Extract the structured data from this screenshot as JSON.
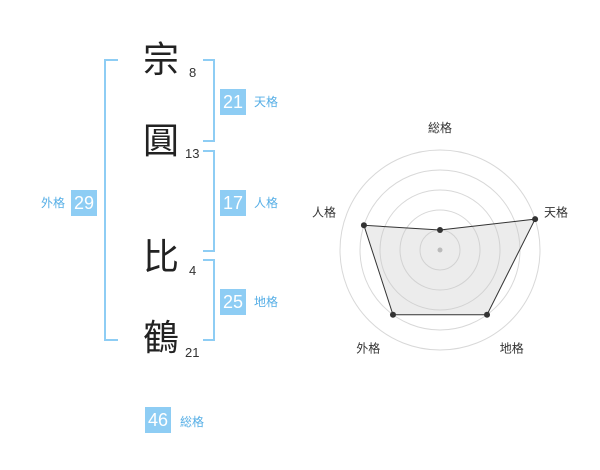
{
  "name": {
    "chars": [
      {
        "char": "宗",
        "strokes": "8"
      },
      {
        "char": "圓",
        "strokes": "13"
      },
      {
        "char": "比",
        "strokes": "4"
      },
      {
        "char": "鶴",
        "strokes": "21"
      }
    ]
  },
  "kaku": {
    "tenkaku": {
      "value": "21",
      "label": "天格"
    },
    "jinkaku": {
      "value": "17",
      "label": "人格"
    },
    "chikaku": {
      "value": "25",
      "label": "地格"
    },
    "gaikaku": {
      "value": "29",
      "label": "外格"
    },
    "soukaku": {
      "value": "46",
      "label": "総格"
    }
  },
  "colors": {
    "accent": "#8ecdf4",
    "accent_text": "#55aee6"
  },
  "chart_data": {
    "type": "radar",
    "axes": [
      "総格",
      "天格",
      "地格",
      "外格",
      "人格"
    ],
    "levels": 5,
    "values": [
      1,
      5,
      4,
      4,
      4
    ],
    "max": 5
  }
}
